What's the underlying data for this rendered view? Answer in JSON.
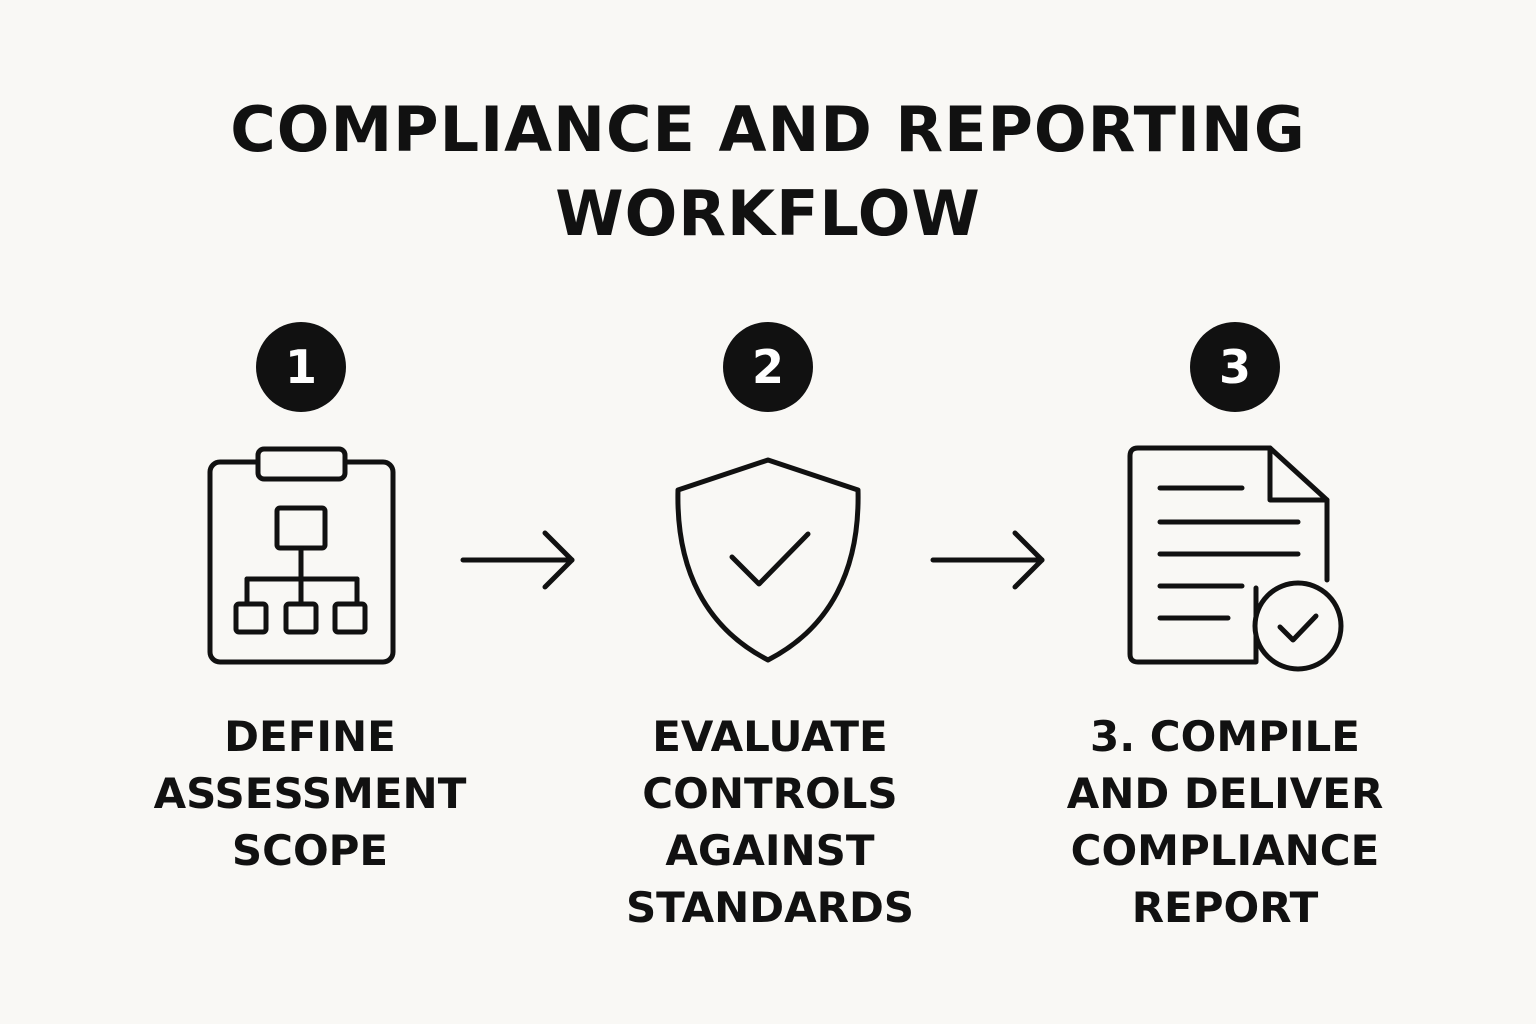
{
  "title": {
    "lines": [
      "COMPLIANCE AND REPORTING",
      "WORKFLOW"
    ]
  },
  "steps": [
    {
      "number": "1",
      "icon": "clipboard-hierarchy-icon",
      "label_lines": [
        "DEFINE",
        "ASSESSMENT",
        "SCOPE"
      ]
    },
    {
      "number": "2",
      "icon": "shield-check-icon",
      "label_lines": [
        "EVALUATE",
        "CONTROLS",
        "AGAINST",
        "STANDARDS"
      ]
    },
    {
      "number": "3",
      "icon": "document-check-icon",
      "label_lines": [
        "3. COMPILE",
        "AND DELIVER",
        "COMPLIANCE",
        "REPORT"
      ]
    }
  ],
  "colors": {
    "background": "#f9f8f5",
    "ink": "#111111",
    "badge_text": "#ffffff"
  }
}
